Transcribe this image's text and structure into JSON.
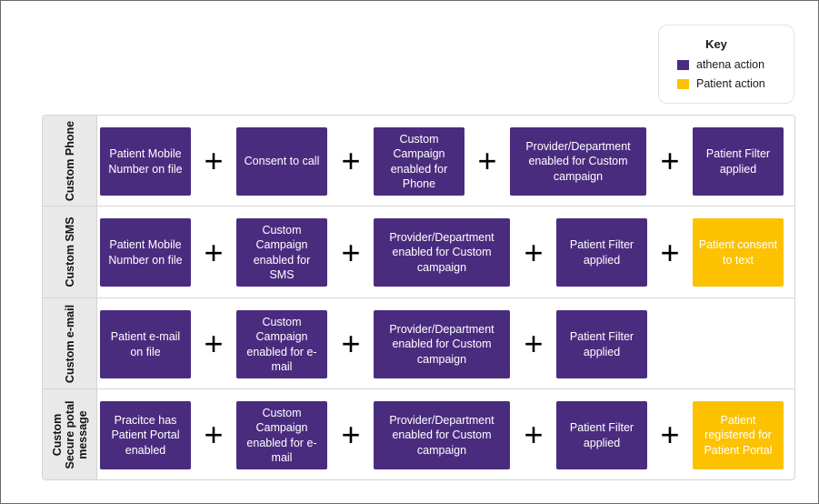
{
  "key": {
    "title": "Key",
    "items": [
      {
        "label": "athena action",
        "color": "#4a2c7f"
      },
      {
        "label": "Patient action",
        "color": "#fcc200"
      }
    ]
  },
  "plus_symbol": "+",
  "rows": [
    {
      "label": "Custom Phone",
      "boxes": [
        {
          "text": "Patient Mobile Number on file",
          "type": "athena"
        },
        {
          "text": "Consent to call",
          "type": "athena"
        },
        {
          "text": "Custom Campaign enabled for Phone",
          "type": "athena"
        },
        {
          "text": "Provider/Department enabled for Custom campaign",
          "type": "athena"
        },
        {
          "text": "Patient Filter applied",
          "type": "athena"
        }
      ]
    },
    {
      "label": "Custom SMS",
      "boxes": [
        {
          "text": "Patient Mobile Number on file",
          "type": "athena"
        },
        {
          "text": "Custom Campaign enabled for SMS",
          "type": "athena"
        },
        {
          "text": "Provider/Department enabled for Custom campaign",
          "type": "athena"
        },
        {
          "text": "Patient Filter applied",
          "type": "athena"
        },
        {
          "text": "Patient consent to text",
          "type": "patient"
        }
      ]
    },
    {
      "label": "Custom e-mail",
      "boxes": [
        {
          "text": "Patient e-mail on file",
          "type": "athena"
        },
        {
          "text": "Custom Campaign enabled for e-mail",
          "type": "athena"
        },
        {
          "text": "Provider/Department enabled for Custom campaign",
          "type": "athena"
        },
        {
          "text": "Patient Filter applied",
          "type": "athena"
        }
      ]
    },
    {
      "label": "Custom Secure potal message",
      "boxes": [
        {
          "text": "Pracitce has Patient Portal enabled",
          "type": "athena"
        },
        {
          "text": "Custom Campaign enabled for e-mail",
          "type": "athena"
        },
        {
          "text": "Provider/Department enabled for Custom campaign",
          "type": "athena"
        },
        {
          "text": "Patient Filter applied",
          "type": "athena"
        },
        {
          "text": "Patient registered for Patient Portal",
          "type": "patient"
        }
      ]
    }
  ]
}
